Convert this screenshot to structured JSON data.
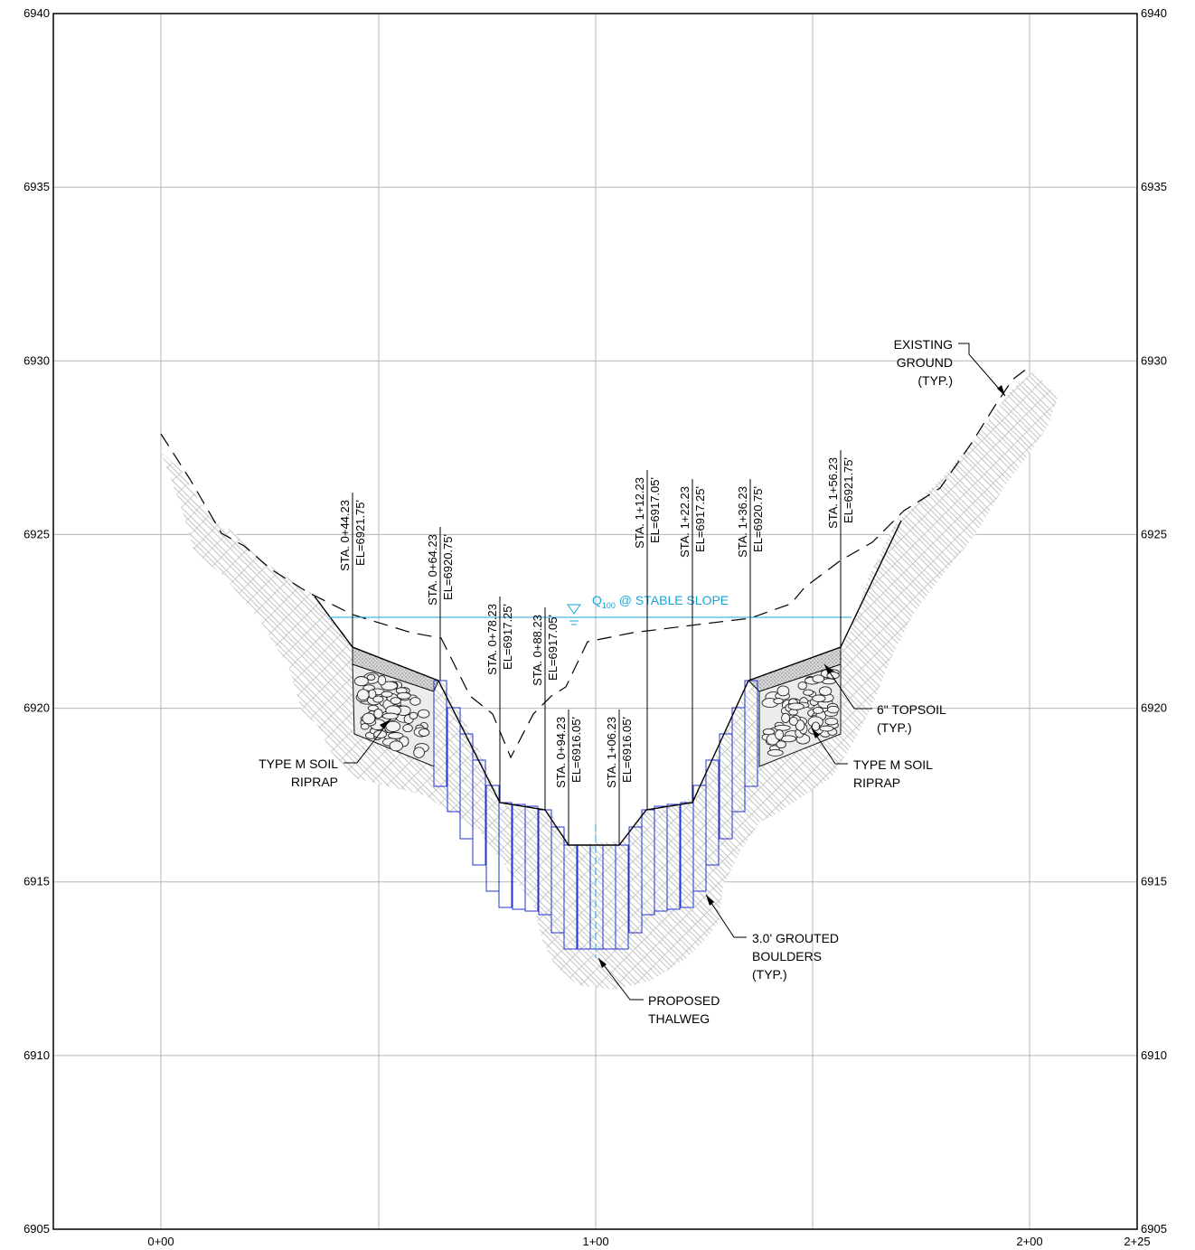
{
  "section": {
    "y_axis": {
      "min": 6905,
      "max": 6940,
      "ticks": [
        "6940",
        "6935",
        "6930",
        "6925",
        "6920",
        "6915",
        "6910",
        "6905"
      ]
    },
    "x_axis": {
      "ticks": [
        "0+00",
        "1+00",
        "2+00",
        "2+25"
      ]
    },
    "water_surface": {
      "label_main": "Q",
      "label_sub": "100",
      "label_rest": " @ STABLE SLOPE",
      "color": "#1aa6d9"
    },
    "stations": [
      {
        "sta": "STA. 0+44.23",
        "el": "EL=6921.75'"
      },
      {
        "sta": "STA. 0+64.23",
        "el": "EL=6920.75'"
      },
      {
        "sta": "STA. 0+78.23",
        "el": "EL=6917.25'"
      },
      {
        "sta": "STA. 0+88.23",
        "el": "EL=6917.05'"
      },
      {
        "sta": "STA. 0+94.23",
        "el": "EL=6916.05'"
      },
      {
        "sta": "STA. 1+06.23",
        "el": "EL=6916.05'"
      },
      {
        "sta": "STA. 1+12.23",
        "el": "EL=6917.05'"
      },
      {
        "sta": "STA. 1+22.23",
        "el": "EL=6917.25'"
      },
      {
        "sta": "STA. 1+36.23",
        "el": "EL=6920.75'"
      },
      {
        "sta": "STA. 1+56.23",
        "el": "EL=6921.75'"
      }
    ],
    "callouts": {
      "existing_ground": [
        "EXISTING",
        "GROUND",
        "(TYP.)"
      ],
      "topsoil": [
        "6\" TOPSOIL",
        "(TYP.)"
      ],
      "riprap_left": [
        "TYPE M SOIL",
        "RIPRAP"
      ],
      "riprap_right": [
        "TYPE M SOIL",
        "RIPRAP"
      ],
      "grouted_boulders": [
        "3.0' GROUTED",
        "BOULDERS",
        "(TYP.)"
      ],
      "thalweg": [
        "PROPOSED",
        "THALWEG"
      ]
    },
    "colors": {
      "boulder": "#2233cc",
      "grid": "#b5b5b5",
      "hatch": "#c8c8c8"
    }
  }
}
